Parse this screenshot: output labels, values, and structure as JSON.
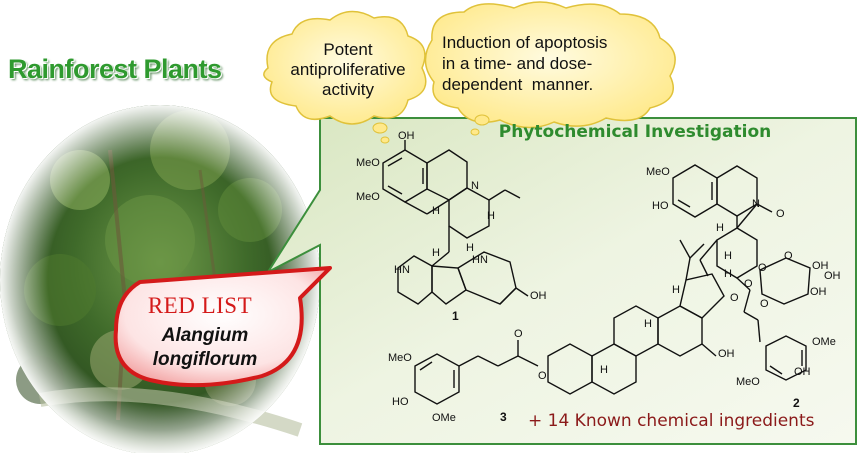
{
  "title": "Rainforest Plants",
  "bubbles": [
    {
      "lines": [
        "Potent",
        "antiproliferative",
        "activity"
      ]
    },
    {
      "lines": [
        "Induction of apoptosis",
        "in a time- and dose-",
        "dependent  manner."
      ]
    }
  ],
  "panel": {
    "title": "Phytochemical Investigation",
    "known": "+ 14 Known chemical ingredients"
  },
  "redlist": {
    "label": "RED LIST",
    "species_line1": "Alangium",
    "species_line2": "longiflorum"
  },
  "compounds": {
    "c1": {
      "number": "1",
      "labels": {
        "oh_top": "OH",
        "meo_1": "MeO",
        "meo_2": "MeO",
        "h_1": "H",
        "n": "N",
        "h_2": "H",
        "h_3": "H",
        "nh_ring": "HN",
        "h_4": "H",
        "nh_indole": "H",
        "n_indole": "N",
        "oh_indole": "OH"
      }
    },
    "c2": {
      "number": "2",
      "labels": {
        "meo": "MeO",
        "ho": "HO",
        "n": "N",
        "o_carbonyl": "O",
        "h_1": "H",
        "h_2": "H",
        "o_ring": "O",
        "o_glyc": "O",
        "h_3": "H",
        "o_sugar": "O",
        "oh_1": "OH",
        "oh_2": "OH",
        "oh_3": "OH",
        "o_ester_1": "O",
        "o_ester_2": "O",
        "ome_1": "OMe",
        "meo_2": "MeO",
        "oh_4": "OH"
      }
    },
    "c3": {
      "number": "3",
      "labels": {
        "meo_1": "MeO",
        "ho": "HO",
        "ome": "OMe",
        "o_carbonyl": "O",
        "o_ester": "O",
        "h_1": "H",
        "h_2": "H",
        "h_3": "H",
        "oh": "OH"
      }
    }
  },
  "colors": {
    "title_green": "#2f9a2f",
    "panel_border": "#3c8f3c",
    "redlist_red": "#d41a1a",
    "bubble_fill": "#fff4a8",
    "known_text": "#8b1a1a"
  }
}
